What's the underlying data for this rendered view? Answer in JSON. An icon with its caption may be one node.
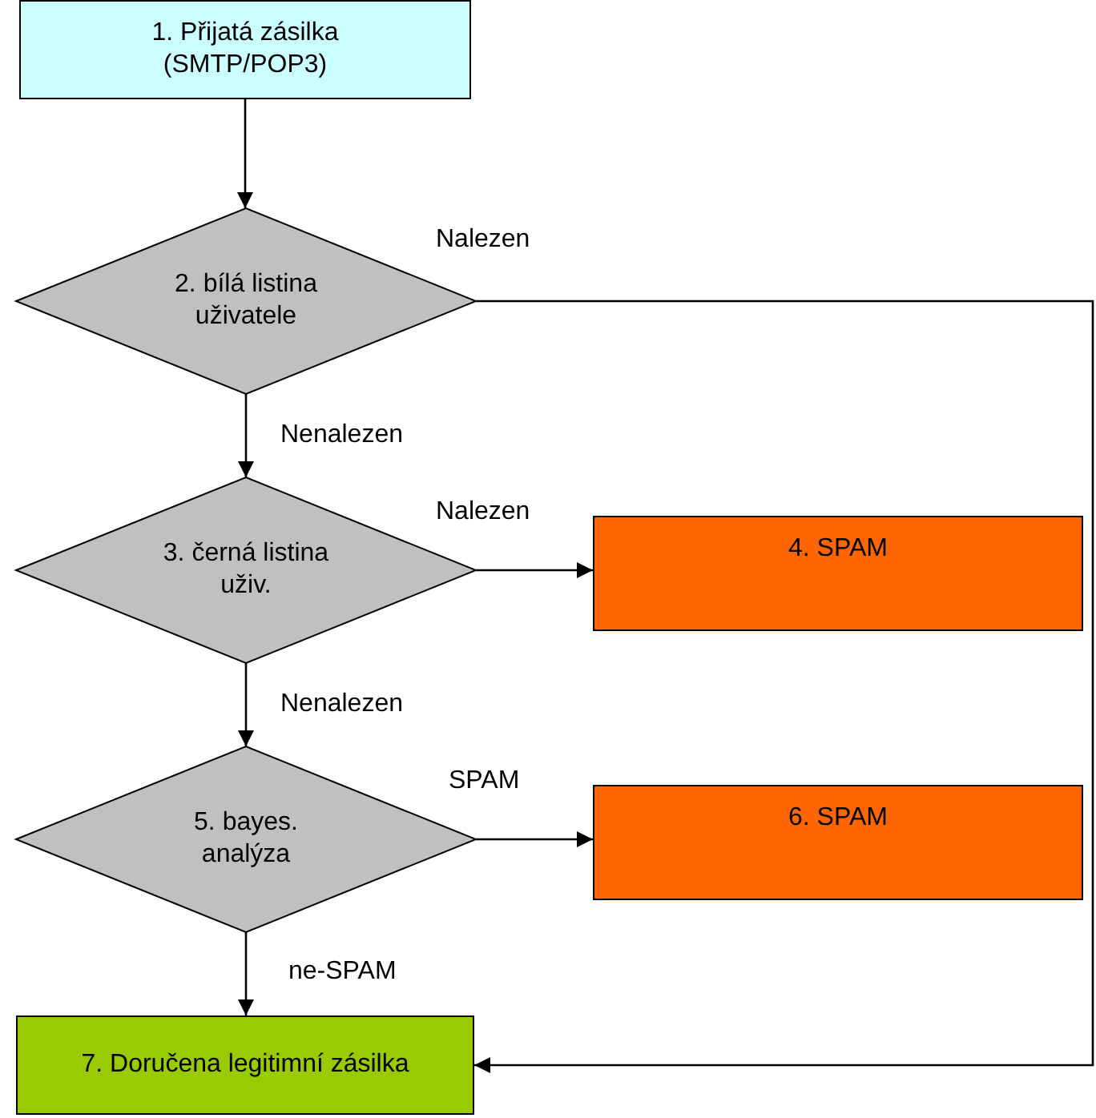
{
  "diagram": {
    "nodes": [
      {
        "text": [
          "1. Přijatá zásilka (SMTP/POP3)"
        ]
      },
      {
        "text": [
          "2. bílá listina uživatele"
        ]
      },
      {
        "text": [
          "3. černá listina uživ."
        ]
      },
      {
        "text": [
          "4. SPAM"
        ]
      },
      {
        "text": [
          "5. bayes. analýza"
        ]
      },
      {
        "text": [
          "6. SPAM"
        ]
      },
      {
        "text": [
          "7. Doručena legitimní zásilka"
        ]
      }
    ],
    "edges": [
      {
        "from": 0,
        "to": 1,
        "arrow": "to"
      },
      {
        "from": 1,
        "to": 6,
        "arrow": "to",
        "label": "Nalezen"
      },
      {
        "from": 1,
        "to": 2,
        "arrow": "to",
        "label": "Nenalezen"
      },
      {
        "from": 2,
        "to": 3,
        "arrow": "to",
        "label": "Nalezen"
      },
      {
        "from": 2,
        "to": 4,
        "arrow": "to",
        "label": "Nenalezen"
      },
      {
        "from": 4,
        "to": 5,
        "arrow": "to",
        "label": "SPAM"
      },
      {
        "from": 4,
        "to": 6,
        "arrow": "to",
        "label": "ne-SPAM"
      }
    ]
  }
}
